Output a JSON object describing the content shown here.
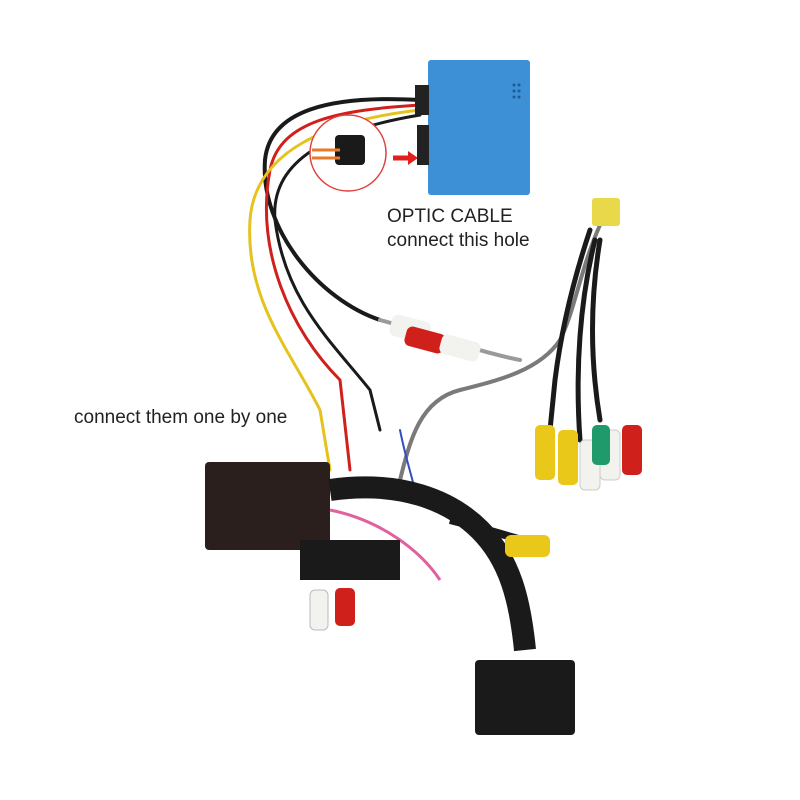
{
  "captions": {
    "optic_cable": "OPTIC CABLE",
    "connect_hole": "connect this hole",
    "connect_one_by_one": "connect them one by one"
  },
  "colors": {
    "module_blue": "#3d8fd6",
    "box_black": "#2a1f1c",
    "wire_red": "#d0201c",
    "wire_yellow": "#e6c21e",
    "wire_black": "#1a1a1a",
    "rca_white": "#f2f2ee",
    "rca_green": "#1f9a6a",
    "rca_yellow": "#e9c81a"
  }
}
